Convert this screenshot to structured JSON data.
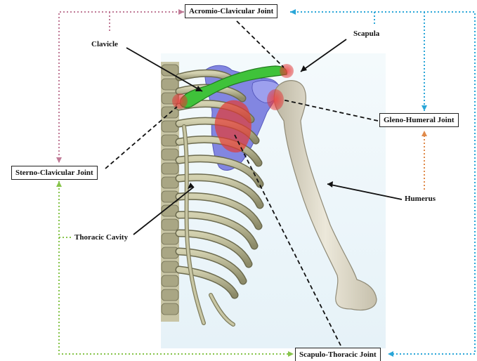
{
  "joints": {
    "acromio_clavicular": "Acromio-Clavicular Joint",
    "sterno_clavicular": "Sterno-Clavicular Joint",
    "gleno_humeral": "Gleno-Humeral Joint",
    "scapulo_thoracic": "Scapulo-Thoracic Joint"
  },
  "bones": {
    "clavicle": "Clavicle",
    "scapula": "Scapula",
    "humerus": "Humerus",
    "thoracic_cavity": "Thoracic Cavity"
  },
  "colors": {
    "connector_blue": "#2aa6d8",
    "connector_pink": "#c07a96",
    "connector_green": "#86c44a",
    "connector_orange": "#e08a4a",
    "clavicle_green": "#3fc23a",
    "scapula_blue": "#7a7fe0",
    "joint_red": "#e0302f",
    "bone_ivory": "#dcd7c6",
    "rib_khaki": "#b9b793",
    "background_tint": "#eef7fb"
  }
}
